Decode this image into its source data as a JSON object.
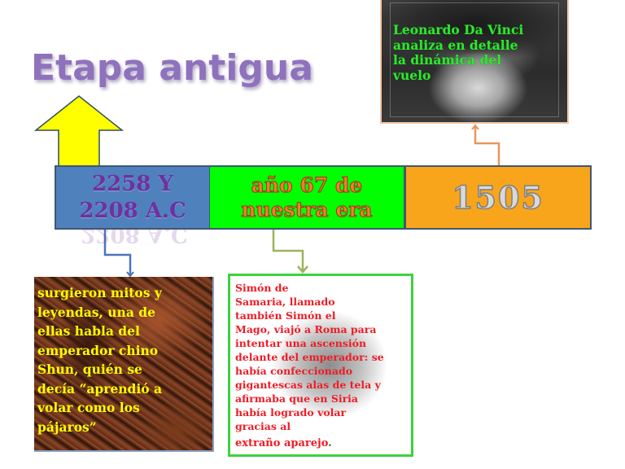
{
  "title": "Etapa antigua",
  "colors": {
    "title": "#8f72bd",
    "arrow_fill": "#ffff00",
    "blue_segment": "#4f81bd",
    "green_segment": "#00ff00",
    "orange_segment": "#f8a51c",
    "blue_text": "#7030a0",
    "green_text": "#f07f2a",
    "portrait_text": "#2ee82e",
    "brown_text": "#ffff00",
    "white_text": "#ee1c25"
  },
  "timeline": {
    "segments": [
      {
        "id": "ancient",
        "lines": [
          "2258 Y",
          "2208 A.C"
        ]
      },
      {
        "id": "year67",
        "lines": [
          "año 67 de",
          "nuestra era"
        ]
      },
      {
        "id": "year1505",
        "lines": [
          "1505"
        ]
      }
    ]
  },
  "cards": {
    "shun": {
      "text": "surgieron mitos y leyendas, una de ellas habla del emperador chino Shun, quién se decía “aprendió a volar como los pájaros”",
      "lines": [
        "surgieron mitos y",
        "leyendas, una de",
        "ellas habla del",
        "emperador chino",
        "Shun, quién se",
        "decía “aprendió a",
        "volar como los",
        "pájaros”"
      ]
    },
    "simon": {
      "lines": [
        "Simón de",
        "Samaria, llamado",
        "también Simón el",
        "Mago, viajó a Roma para",
        "intentar una ascensión",
        "delante del emperador: se",
        "había confeccionado",
        "gigantescas alas de tela y",
        "afirmaba que en Siria",
        "había logrado volar",
        "gracias al"
      ],
      "last_line": "extraño aparejo",
      "last_punct": "."
    },
    "davinci": {
      "lines": [
        "Leonardo Da Vinci",
        "analiza en detalle",
        "la dinámica del",
        "vuelo"
      ]
    }
  },
  "icons": {
    "up_arrow": "up-arrow-icon"
  }
}
